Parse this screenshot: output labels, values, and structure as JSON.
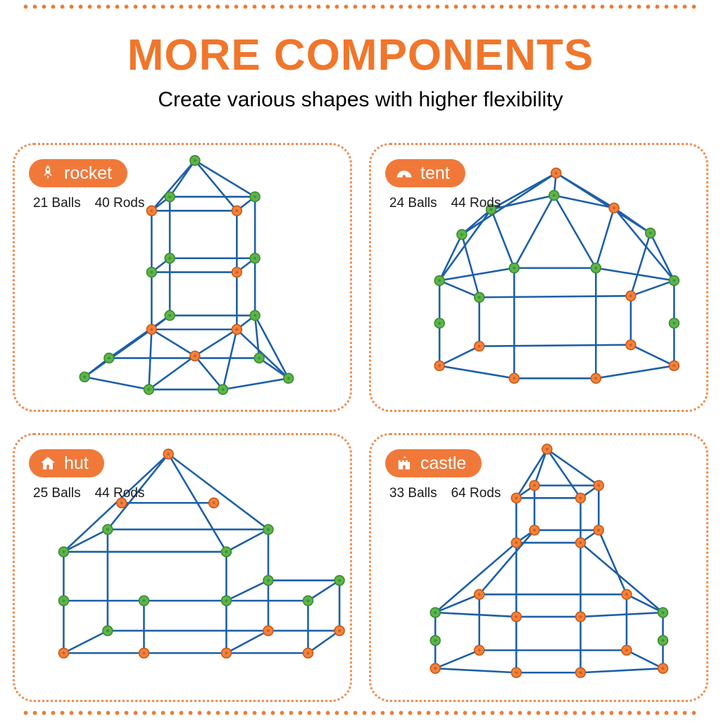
{
  "page": {
    "title": "MORE COMPONENTS",
    "subtitle": "Create various shapes with higher flexibility"
  },
  "colors": {
    "accent": "#F0762B",
    "pill": "#F0793A",
    "dot_border": "#F08A4B",
    "rod": "#1D5FA8",
    "ball_green": "#5BB54B",
    "ball_green_edge": "#3C8A2E",
    "ball_orange": "#F4803C",
    "ball_orange_edge": "#C55A17",
    "text": "#1A1A1A"
  },
  "panels": [
    {
      "label": "rocket",
      "icon": "rocket-icon",
      "balls": "21 Balls",
      "rods": "40 Rods",
      "structure": {
        "nodes": [
          [
            258,
            20,
            "g"
          ],
          [
            196,
            92,
            "o"
          ],
          [
            318,
            92,
            "o"
          ],
          [
            344,
            72,
            "g"
          ],
          [
            222,
            72,
            "g"
          ],
          [
            196,
            180,
            "g"
          ],
          [
            318,
            180,
            "o"
          ],
          [
            344,
            160,
            "g"
          ],
          [
            222,
            160,
            "g"
          ],
          [
            196,
            262,
            "o"
          ],
          [
            318,
            262,
            "o"
          ],
          [
            344,
            242,
            "g"
          ],
          [
            222,
            242,
            "g"
          ],
          [
            100,
            330,
            "g"
          ],
          [
            192,
            348,
            "g"
          ],
          [
            298,
            348,
            "g"
          ],
          [
            392,
            332,
            "g"
          ],
          [
            350,
            303,
            "g"
          ],
          [
            135,
            303,
            "g"
          ],
          [
            258,
            300,
            "o"
          ]
        ],
        "edges": [
          [
            0,
            1
          ],
          [
            0,
            2
          ],
          [
            0,
            3
          ],
          [
            0,
            4
          ],
          [
            1,
            2
          ],
          [
            2,
            3
          ],
          [
            3,
            4
          ],
          [
            4,
            1
          ],
          [
            1,
            5
          ],
          [
            2,
            6
          ],
          [
            3,
            7
          ],
          [
            4,
            8
          ],
          [
            5,
            6
          ],
          [
            6,
            7
          ],
          [
            7,
            8
          ],
          [
            8,
            5
          ],
          [
            5,
            9
          ],
          [
            6,
            10
          ],
          [
            7,
            11
          ],
          [
            8,
            12
          ],
          [
            9,
            10
          ],
          [
            10,
            11
          ],
          [
            11,
            12
          ],
          [
            12,
            9
          ],
          [
            9,
            13
          ],
          [
            9,
            14
          ],
          [
            10,
            15
          ],
          [
            10,
            16
          ],
          [
            11,
            16
          ],
          [
            11,
            17
          ],
          [
            12,
            18
          ],
          [
            12,
            13
          ],
          [
            13,
            14
          ],
          [
            14,
            15
          ],
          [
            15,
            16
          ],
          [
            16,
            17
          ],
          [
            17,
            18
          ],
          [
            18,
            13
          ],
          [
            19,
            9
          ],
          [
            19,
            10
          ],
          [
            19,
            14
          ],
          [
            19,
            15
          ]
        ]
      }
    },
    {
      "label": "tent",
      "icon": "tent-icon",
      "balls": "24 Balls",
      "rods": "44 Rods",
      "structure": {
        "nodes": [
          [
            265,
            38,
            "o"
          ],
          [
            172,
            90,
            "g"
          ],
          [
            262,
            70,
            "g"
          ],
          [
            348,
            88,
            "o"
          ],
          [
            400,
            124,
            "g"
          ],
          [
            130,
            126,
            "g"
          ],
          [
            98,
            192,
            "g"
          ],
          [
            205,
            174,
            "g"
          ],
          [
            322,
            174,
            "g"
          ],
          [
            434,
            192,
            "g"
          ],
          [
            372,
            214,
            "o"
          ],
          [
            155,
            216,
            "g"
          ],
          [
            98,
            314,
            "o"
          ],
          [
            205,
            332,
            "o"
          ],
          [
            322,
            332,
            "o"
          ],
          [
            434,
            314,
            "o"
          ],
          [
            372,
            284,
            "o"
          ],
          [
            155,
            286,
            "o"
          ],
          [
            98,
            253,
            "g"
          ],
          [
            434,
            253,
            "g"
          ]
        ],
        "edges": [
          [
            0,
            1
          ],
          [
            0,
            2
          ],
          [
            0,
            3
          ],
          [
            0,
            4
          ],
          [
            0,
            5
          ],
          [
            5,
            1
          ],
          [
            1,
            2
          ],
          [
            2,
            3
          ],
          [
            3,
            4
          ],
          [
            5,
            6
          ],
          [
            1,
            6
          ],
          [
            1,
            7
          ],
          [
            2,
            7
          ],
          [
            2,
            8
          ],
          [
            3,
            8
          ],
          [
            3,
            9
          ],
          [
            4,
            9
          ],
          [
            4,
            10
          ],
          [
            5,
            11
          ],
          [
            6,
            7
          ],
          [
            7,
            8
          ],
          [
            8,
            9
          ],
          [
            9,
            10
          ],
          [
            10,
            11
          ],
          [
            11,
            6
          ],
          [
            6,
            12
          ],
          [
            7,
            13
          ],
          [
            8,
            14
          ],
          [
            9,
            15
          ],
          [
            10,
            16
          ],
          [
            11,
            17
          ],
          [
            12,
            13
          ],
          [
            13,
            14
          ],
          [
            14,
            15
          ],
          [
            15,
            16
          ],
          [
            16,
            17
          ],
          [
            17,
            12
          ]
        ]
      }
    },
    {
      "label": "hut",
      "icon": "hut-icon",
      "balls": "25 Balls",
      "rods": "44 Rods",
      "structure": {
        "nodes": [
          [
            220,
            25,
            "o"
          ],
          [
            153,
            95,
            "o"
          ],
          [
            285,
            95,
            "o"
          ],
          [
            70,
            165,
            "g"
          ],
          [
            303,
            165,
            "g"
          ],
          [
            363,
            133,
            "g"
          ],
          [
            133,
            133,
            "g"
          ],
          [
            70,
            235,
            "g"
          ],
          [
            185,
            235,
            "g"
          ],
          [
            303,
            235,
            "g"
          ],
          [
            70,
            310,
            "o"
          ],
          [
            303,
            310,
            "o"
          ],
          [
            363,
            278,
            "o"
          ],
          [
            133,
            278,
            "g"
          ],
          [
            420,
            235,
            "g"
          ],
          [
            465,
            206,
            "g"
          ],
          [
            363,
            206,
            "g"
          ],
          [
            420,
            310,
            "o"
          ],
          [
            465,
            278,
            "o"
          ],
          [
            185,
            310,
            "o"
          ]
        ],
        "edges": [
          [
            0,
            3
          ],
          [
            0,
            4
          ],
          [
            0,
            5
          ],
          [
            0,
            6
          ],
          [
            1,
            2
          ],
          [
            3,
            4
          ],
          [
            4,
            5
          ],
          [
            5,
            6
          ],
          [
            6,
            3
          ],
          [
            3,
            10
          ],
          [
            4,
            11
          ],
          [
            5,
            12
          ],
          [
            6,
            13
          ],
          [
            7,
            8
          ],
          [
            8,
            9
          ],
          [
            8,
            19
          ],
          [
            10,
            19
          ],
          [
            19,
            11
          ],
          [
            11,
            12
          ],
          [
            12,
            13
          ],
          [
            13,
            10
          ],
          [
            9,
            14
          ],
          [
            14,
            15
          ],
          [
            15,
            16
          ],
          [
            16,
            9
          ],
          [
            14,
            17
          ],
          [
            15,
            18
          ],
          [
            11,
            17
          ],
          [
            17,
            18
          ],
          [
            18,
            12
          ]
        ]
      }
    },
    {
      "label": "castle",
      "icon": "castle-icon",
      "balls": "33 Balls",
      "rods": "64 Rods",
      "structure": {
        "nodes": [
          [
            252,
            18,
            "o"
          ],
          [
            208,
            88,
            "o"
          ],
          [
            300,
            88,
            "o"
          ],
          [
            326,
            70,
            "o"
          ],
          [
            234,
            70,
            "o"
          ],
          [
            208,
            152,
            "o"
          ],
          [
            300,
            152,
            "o"
          ],
          [
            326,
            134,
            "o"
          ],
          [
            234,
            134,
            "o"
          ],
          [
            92,
            252,
            "g"
          ],
          [
            208,
            258,
            "o"
          ],
          [
            300,
            258,
            "o"
          ],
          [
            418,
            252,
            "g"
          ],
          [
            155,
            226,
            "o"
          ],
          [
            366,
            226,
            "o"
          ],
          [
            92,
            332,
            "o"
          ],
          [
            208,
            338,
            "o"
          ],
          [
            300,
            338,
            "o"
          ],
          [
            418,
            332,
            "o"
          ],
          [
            155,
            306,
            "o"
          ],
          [
            366,
            306,
            "o"
          ],
          [
            92,
            292,
            "g"
          ],
          [
            418,
            292,
            "g"
          ]
        ],
        "edges": [
          [
            0,
            1
          ],
          [
            0,
            2
          ],
          [
            0,
            3
          ],
          [
            0,
            4
          ],
          [
            1,
            2
          ],
          [
            2,
            3
          ],
          [
            3,
            4
          ],
          [
            4,
            1
          ],
          [
            1,
            5
          ],
          [
            2,
            6
          ],
          [
            3,
            7
          ],
          [
            4,
            8
          ],
          [
            5,
            6
          ],
          [
            6,
            7
          ],
          [
            7,
            8
          ],
          [
            8,
            5
          ],
          [
            5,
            9
          ],
          [
            6,
            12
          ],
          [
            8,
            13
          ],
          [
            7,
            14
          ],
          [
            5,
            10
          ],
          [
            6,
            11
          ],
          [
            9,
            10
          ],
          [
            10,
            11
          ],
          [
            11,
            12
          ],
          [
            9,
            13
          ],
          [
            12,
            14
          ],
          [
            13,
            14
          ],
          [
            9,
            15
          ],
          [
            10,
            16
          ],
          [
            11,
            17
          ],
          [
            12,
            18
          ],
          [
            13,
            19
          ],
          [
            14,
            20
          ],
          [
            15,
            16
          ],
          [
            16,
            17
          ],
          [
            17,
            18
          ],
          [
            18,
            20
          ],
          [
            20,
            19
          ],
          [
            19,
            15
          ]
        ]
      }
    }
  ]
}
